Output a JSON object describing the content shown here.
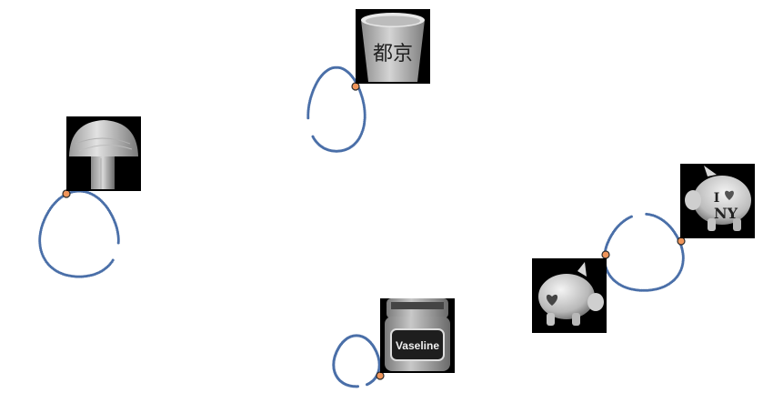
{
  "colors": {
    "loop": "#4a6fa8",
    "anchor_fill": "#f0955a",
    "anchor_stroke": "#2a2a2a",
    "thumb_bg": "#000000"
  },
  "objects": [
    {
      "id": "mushroom-lamp",
      "icon": "mushroom-lamp-icon"
    },
    {
      "id": "cup",
      "icon": "cup-icon",
      "printed_text": "都京"
    },
    {
      "id": "vaseline-jar",
      "icon": "vaseline-jar-icon",
      "label": "Vaseline"
    },
    {
      "id": "piggy-bank-heart",
      "icon": "piggy-bank-heart-icon"
    },
    {
      "id": "piggy-bank-ny",
      "icon": "piggy-bank-ny-icon",
      "label_line1": "I",
      "label_line2": "NY"
    }
  ]
}
